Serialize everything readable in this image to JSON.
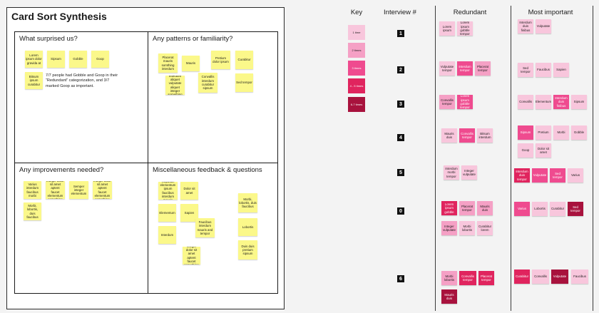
{
  "title": "Card Sort Synthesis",
  "quadrants": {
    "q1": {
      "title": "What surprised us?",
      "notes": [
        "Lorem ipsum dolor gravida at",
        "Sipsum",
        "Gobble",
        "Goop",
        "Bitsum ipsum curabitur"
      ],
      "text": "7/7 people had Gobble and Goop in their “Redundant” categorization, and 3/7 marked Goop as important."
    },
    "q2": {
      "title": "Any patterns or familiarity?",
      "notes": [
        "Placerat mauris somthing interdum",
        "Mauris",
        "Pretium dolor ipsum",
        "Curabitur",
        "Interdum aliquet vulputate aliquet integer something",
        "Convallis interdum curabitur sipsum",
        "Sed tempor"
      ]
    },
    "q3": {
      "title": "Any improvements needed?",
      "notes": [
        "Varius interdum faucibus morbi",
        "Integer dolor sit amet aptent faucet elementum something",
        "Semper integer elementum",
        "Integer dolor sit amet aptent faucet elementum something",
        "Morbi, lobortis, duis faucibus"
      ]
    },
    "q4": {
      "title": "Miscellaneous feedback & questions",
      "notes": [
        "Vulputate elementum ipsum faucibus interdum mauris",
        "Dolor sit amet",
        "Elementum",
        "Sapien",
        "Faucibus interdum mauris and tempor",
        "Interdum",
        "Integer dolor sit amet aptent faucet something",
        "Morbi, lobortis, duis faucibus",
        "Lobortis",
        "Duis duis pretium sipsum"
      ]
    }
  },
  "headers": {
    "key": "Key",
    "interview": "Interview #",
    "redundant": "Redundant",
    "important": "Most important"
  },
  "key_labels": [
    "1 time",
    "2 times",
    "3 times",
    "4 - 5 times",
    "6-7 times"
  ],
  "interviews": [
    "1",
    "2",
    "3",
    "4",
    "5",
    "0",
    "6"
  ],
  "redundant": [
    [
      "Lorem ipsum",
      "Lorem ipsum gobble tempor"
    ],
    [
      "Vulputate tempor",
      "Interdum tempor",
      "Placerat tempor"
    ],
    [
      "Convallis tempor",
      "Lorem ipsum gobble tempor"
    ],
    [
      "Mauris duis",
      "Convallis tempor",
      "Bitsum interdum"
    ],
    [
      "Interdum morbi tempor",
      "Integer vulputate"
    ],
    [
      "Lorem ipsum gobble",
      "Placerat tempor",
      "Mauris duis",
      "Integer vulputate",
      "Morbi lobortis",
      "Curabitur lorem"
    ],
    [
      "Morbi lobortis",
      "Convallis tempor",
      "Placerat tempor",
      "Mauris duis"
    ]
  ],
  "important": [
    [
      "Interdum duis finibus",
      "Vulputate"
    ],
    [
      "Sed tempor",
      "Faucibus",
      "Sapien"
    ],
    [
      "Convallis",
      "Elementum",
      "Interdum duis finibus",
      "Sipsum"
    ],
    [
      "Sipsum",
      "Pretium",
      "Morbi",
      "Gobble",
      "Goop",
      "Dolor sit amet"
    ],
    [
      "Interdum duis tempor",
      "Vulputate",
      "Sed tempor",
      "Varius"
    ],
    [
      "Varius",
      "Lobortis",
      "Curabitur",
      "Sed tempor"
    ],
    [
      "Curabitur",
      "Convallis",
      "Vulputate",
      "Faucibus"
    ]
  ]
}
